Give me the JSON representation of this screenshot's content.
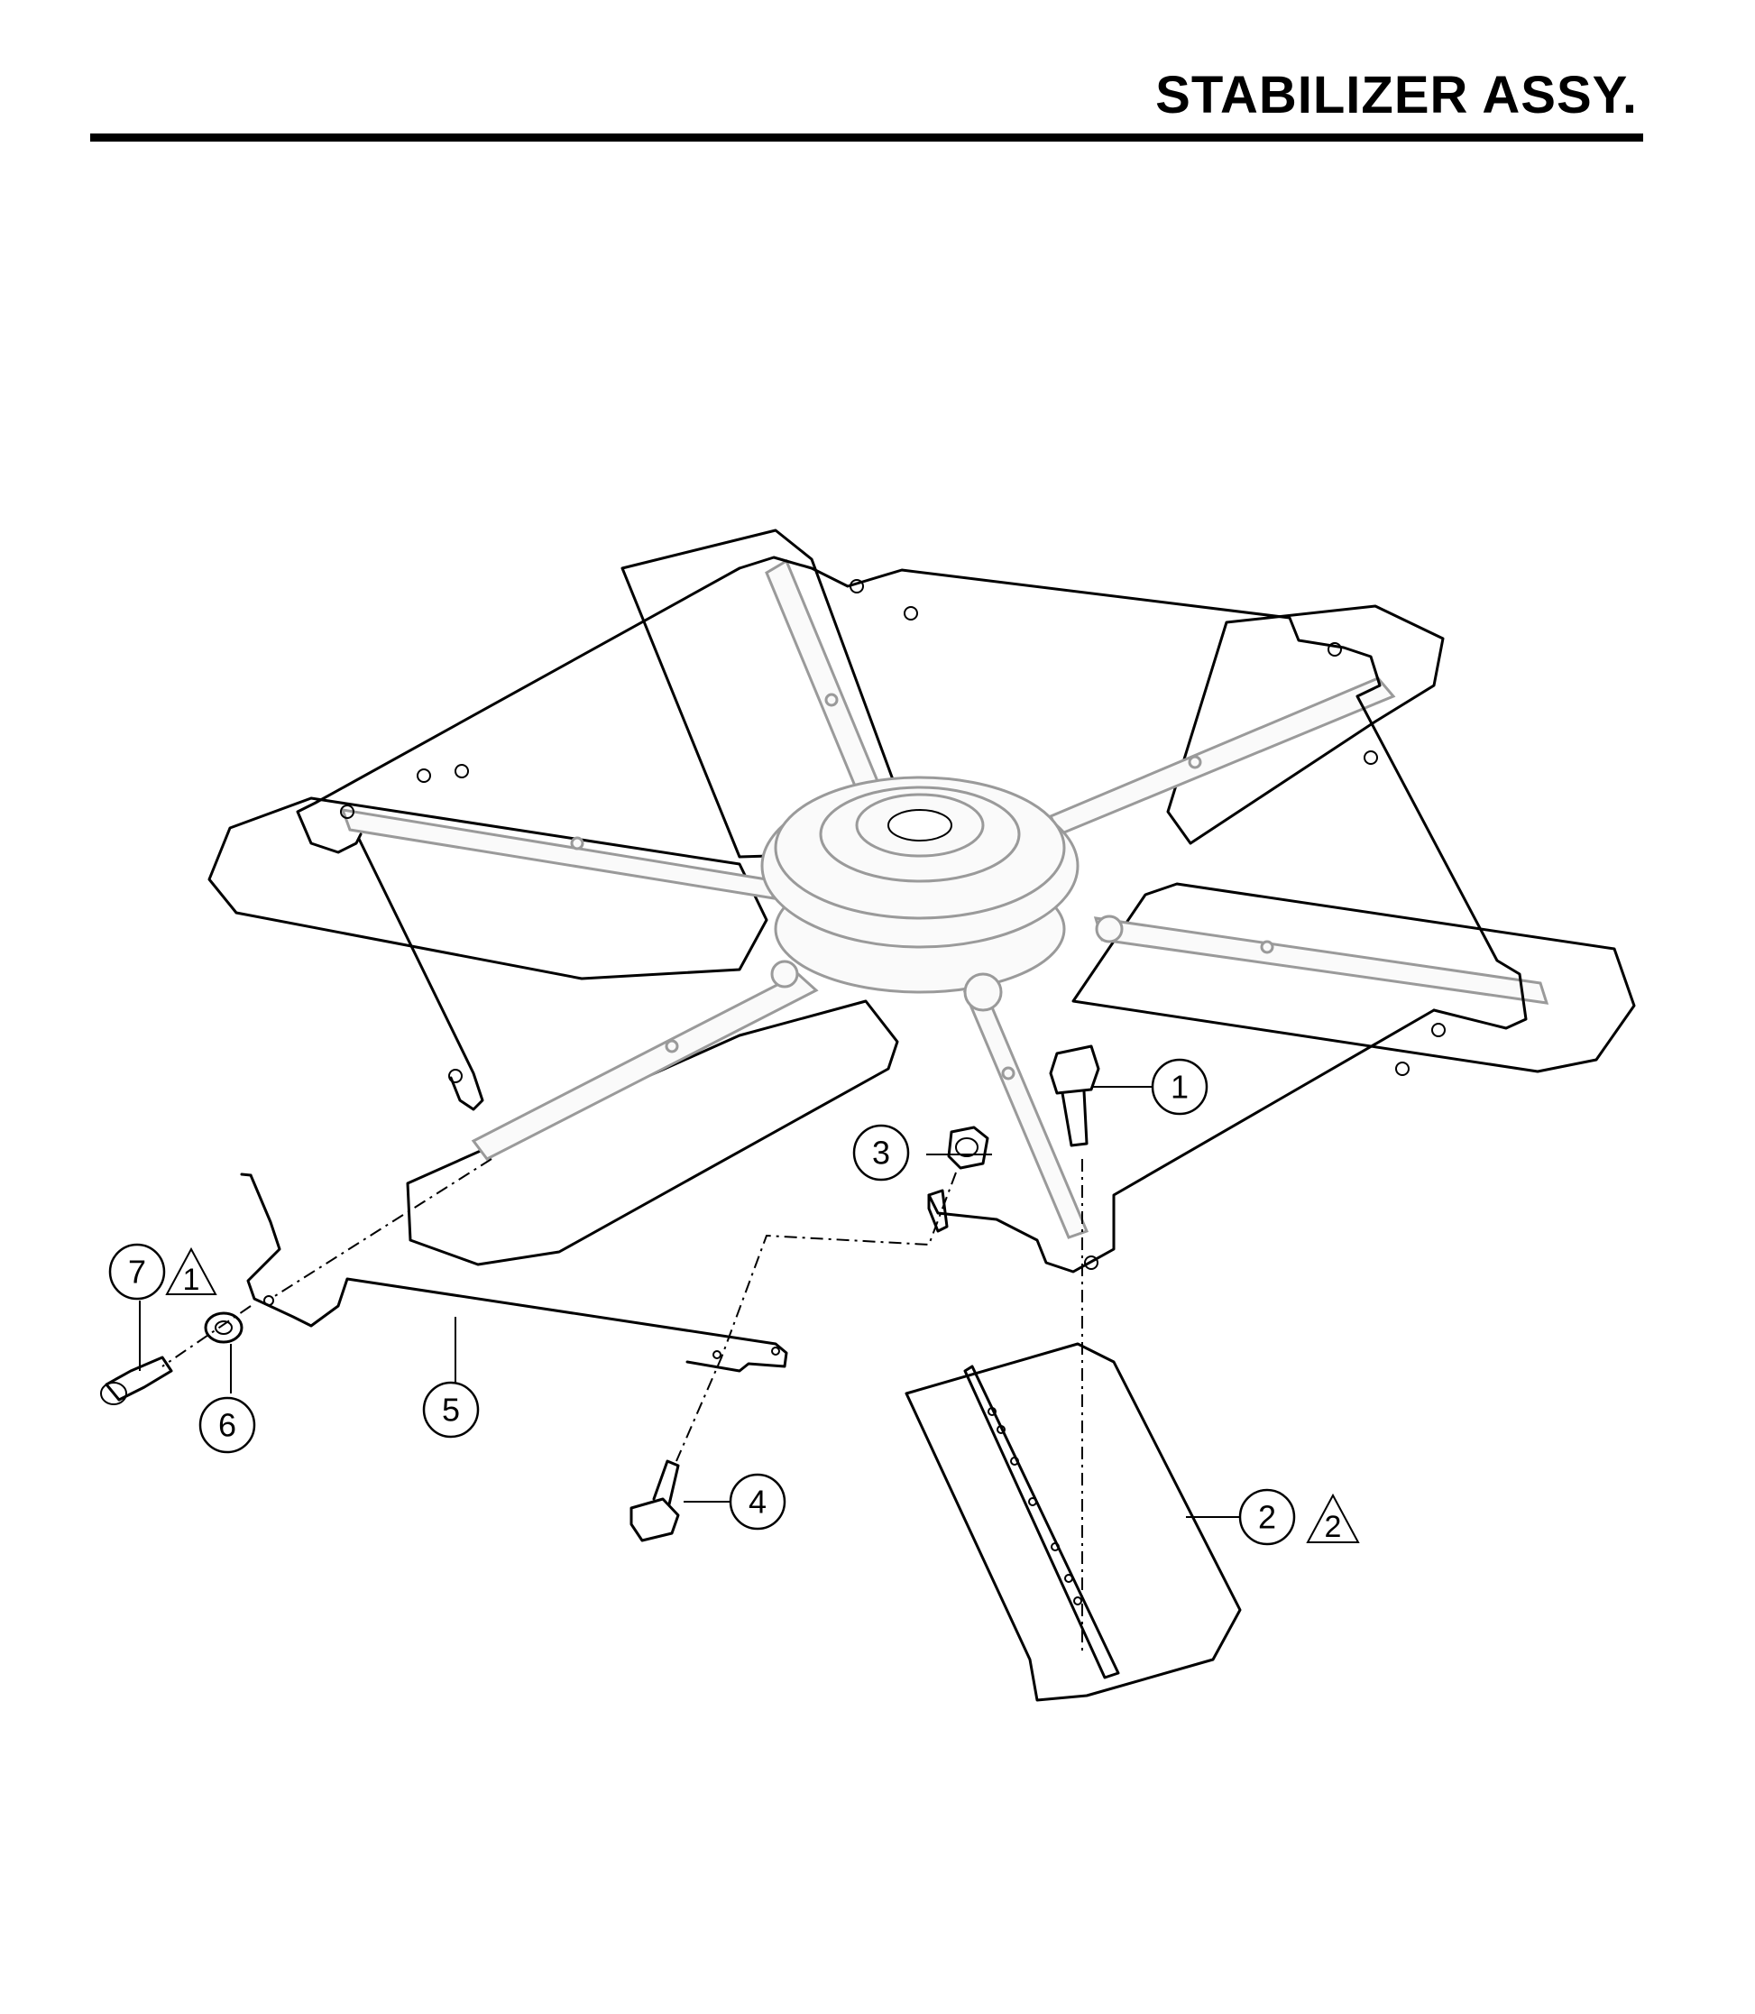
{
  "title": "STABILIZER ASSY.",
  "callouts": [
    {
      "label": "1"
    },
    {
      "label": "2",
      "warning": "2"
    },
    {
      "label": "3"
    },
    {
      "label": "4"
    },
    {
      "label": "5"
    },
    {
      "label": "6"
    },
    {
      "label": "7",
      "warning": "1"
    }
  ]
}
